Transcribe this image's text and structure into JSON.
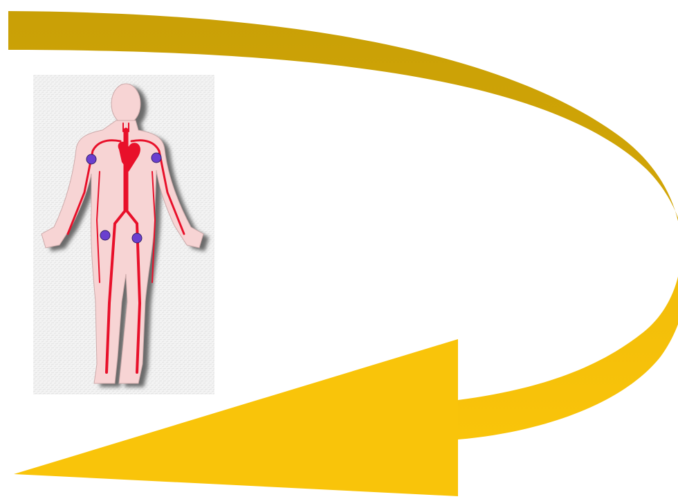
{
  "colors": {
    "background": "#ffffff",
    "arrow_dark_gold": "#c9a006",
    "arrow_yellow": "#f9c40a",
    "body_pink": "#f7d4d4",
    "body_shadow": "#5a5a5a",
    "vessels_red": "#e8102a",
    "electrode_purple": "#6a3fcf",
    "figure_backdrop": "#f0f0f0"
  },
  "icons": {
    "arrow": "circular-flow-arrow-icon",
    "figure": "human-circulatory-system-icon",
    "electrode": "electrode-marker-icon"
  },
  "electrodes": [
    {
      "name": "right-shoulder-electrode"
    },
    {
      "name": "left-shoulder-electrode"
    },
    {
      "name": "right-hip-electrode"
    },
    {
      "name": "left-hip-electrode"
    }
  ]
}
